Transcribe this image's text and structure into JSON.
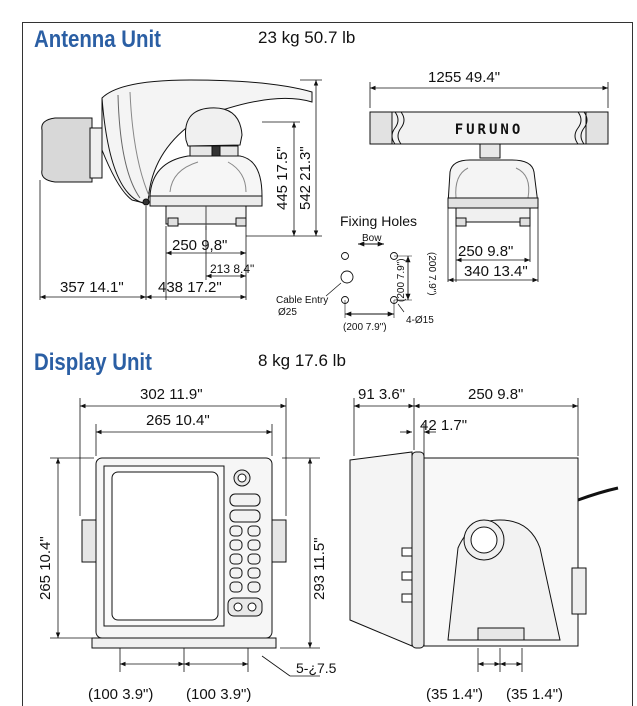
{
  "antenna": {
    "title": "Antenna Unit",
    "weight": "23 kg  50.7 lb",
    "dims": {
      "width_total": "1255  49.4\"",
      "height_1": "445  17.5\"",
      "height_2": "542  21.3\"",
      "base_250": "250  9,8\"",
      "base_213": "213  8.4\"",
      "depth_357": "357  14.1\"",
      "depth_438": "438  17.2\"",
      "front_250": "250  9.8\"",
      "front_340": "340  13.4\""
    },
    "brand": "FURUNO",
    "fixing": {
      "title": "Fixing Holes",
      "bow": "Bow",
      "cable_entry": "Cable Entry",
      "cable_dia": "Ø25",
      "vertical": "(200  7.9\")",
      "vertical_short": "(200  7.9\")",
      "horizontal": "(200  7.9\")",
      "holes": "4-Ø15"
    }
  },
  "display": {
    "title": "Display Unit",
    "weight": "8 kg  17.6 lb",
    "dims": {
      "width_302": "302  11.9\"",
      "width_265": "265  10.4\"",
      "height_265": "265  10.4\"",
      "height_293": "293  11.5\"",
      "depth_91": "91  3.6\"",
      "depth_250": "250  9.8\"",
      "depth_42": "42  1.7\"",
      "bottom_100a": "(100  3.9\")",
      "bottom_100b": "(100  3.9\")",
      "bottom_35a": "(35  1.4\")",
      "bottom_35b": "(35  1.4\")",
      "screw": "5-¿7.5"
    }
  }
}
